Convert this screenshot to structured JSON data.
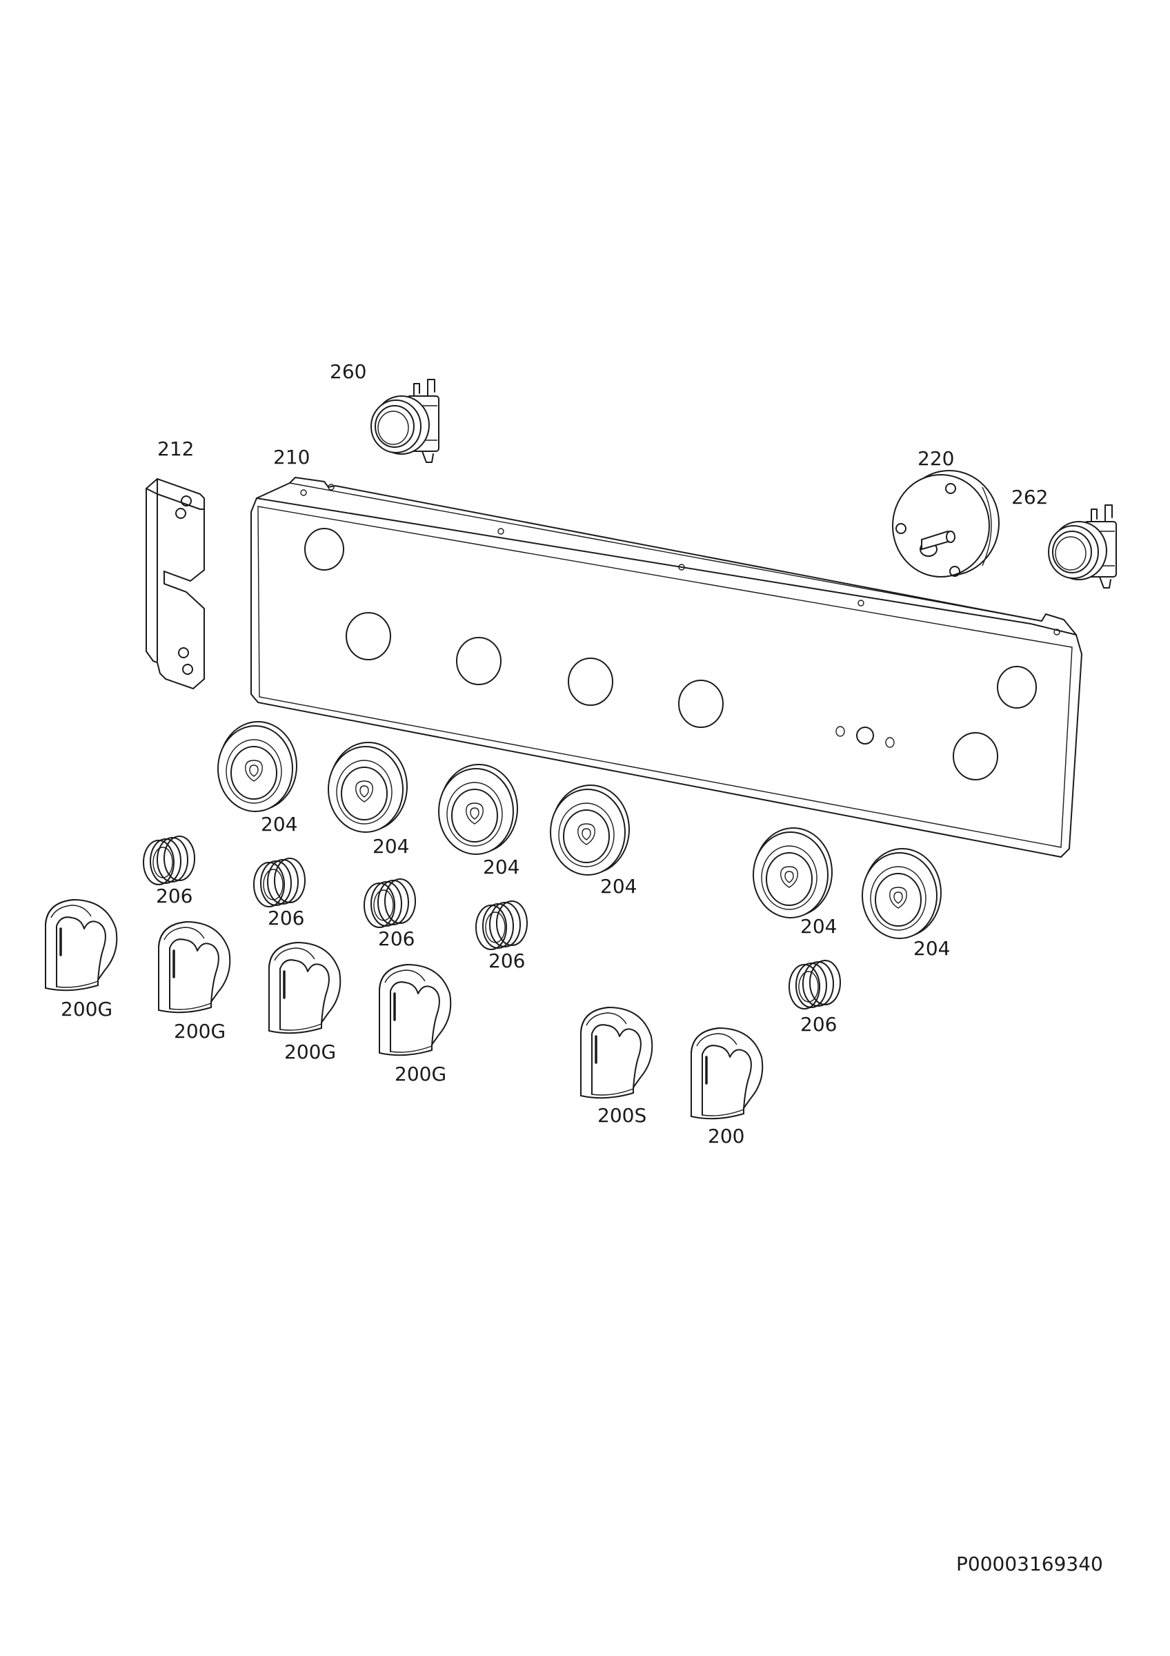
{
  "diagram": {
    "document_id": "P00003169340",
    "labels": {
      "switch_260": "260",
      "bracket_212": "212",
      "panel_210": "210",
      "timer_220": "220",
      "switch_262": "262",
      "bezel_1": "204",
      "bezel_2": "204",
      "bezel_3": "204",
      "bezel_4": "204",
      "bezel_5": "204",
      "bezel_6": "204",
      "spring_1": "206",
      "spring_2": "206",
      "spring_3": "206",
      "spring_4": "206",
      "spring_5": "206",
      "knob_1": "200G",
      "knob_2": "200G",
      "knob_3": "200G",
      "knob_4": "200G",
      "knob_5": "200S",
      "knob_6": "200"
    }
  }
}
